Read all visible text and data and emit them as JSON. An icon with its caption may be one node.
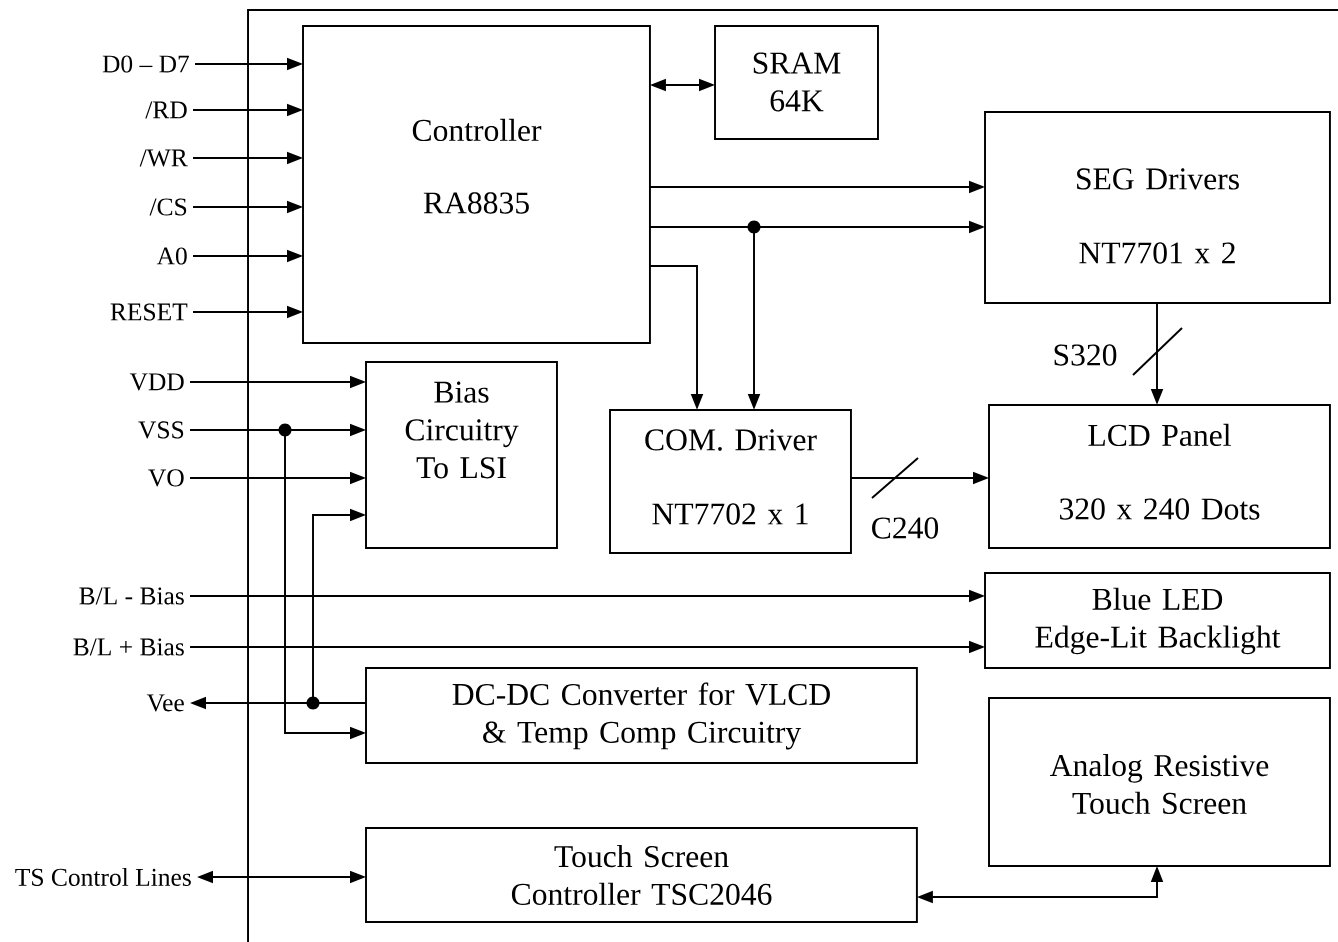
{
  "diagram": {
    "nodes": [
      {
        "text": [
          "D0 – D7"
        ]
      },
      {
        "text": [
          "/RD"
        ]
      },
      {
        "text": [
          "/WR"
        ]
      },
      {
        "text": [
          "/CS"
        ]
      },
      {
        "text": [
          "A0"
        ]
      },
      {
        "text": [
          "RESET"
        ]
      },
      {
        "text": [
          "VDD"
        ]
      },
      {
        "text": [
          "VSS"
        ]
      },
      {
        "text": [
          "VO"
        ]
      },
      {
        "text": [
          "B/L - Bias"
        ]
      },
      {
        "text": [
          "B/L + Bias"
        ]
      },
      {
        "text": [
          "Vee"
        ]
      },
      {
        "text": [
          "TS Control Lines"
        ]
      },
      {
        "text": [
          "Controller",
          "RA8835"
        ]
      },
      {
        "text": [
          "SRAM 64K"
        ]
      },
      {
        "text": [
          "SEG Drivers",
          "NT7701 x 2"
        ]
      },
      {
        "text": [
          "Bias Circuitry To LSI"
        ]
      },
      {
        "text": [
          "COM. Driver",
          "NT7702 x 1"
        ]
      },
      {
        "text": [
          "LCD Panel",
          "320 x 240 Dots"
        ]
      },
      {
        "text": [
          "Blue LED Edge-Lit Backlight"
        ]
      },
      {
        "text": [
          "DC-DC Converter for VLCD & Temp Comp Circuitry"
        ]
      },
      {
        "text": [
          "Analog Resistive Touch Screen"
        ]
      },
      {
        "text": [
          "Touch Screen Controller TSC2046"
        ]
      }
    ],
    "edges": [
      {
        "from": 0,
        "to": 13,
        "arrow": "to"
      },
      {
        "from": 1,
        "to": 13,
        "arrow": "to"
      },
      {
        "from": 2,
        "to": 13,
        "arrow": "to"
      },
      {
        "from": 3,
        "to": 13,
        "arrow": "to"
      },
      {
        "from": 4,
        "to": 13,
        "arrow": "to"
      },
      {
        "from": 5,
        "to": 13,
        "arrow": "to"
      },
      {
        "from": 13,
        "to": 14,
        "arrow": "both"
      },
      {
        "from": 13,
        "to": 15,
        "arrow": "to"
      },
      {
        "from": 13,
        "to": 15,
        "arrow": "to"
      },
      {
        "from": 13,
        "to": 17,
        "arrow": "to"
      },
      {
        "from": 13,
        "to": 17,
        "arrow": "to"
      },
      {
        "from": 15,
        "to": 18,
        "arrow": "to",
        "label": "S320"
      },
      {
        "from": 17,
        "to": 18,
        "arrow": "to",
        "label": "C240"
      },
      {
        "from": 6,
        "to": 16,
        "arrow": "to"
      },
      {
        "from": 7,
        "to": 16,
        "arrow": "to"
      },
      {
        "from": 8,
        "to": 16,
        "arrow": "to"
      },
      {
        "from": 7,
        "to": 20,
        "arrow": "to"
      },
      {
        "from": 20,
        "to": 11,
        "arrow": "to"
      },
      {
        "from": 20,
        "to": 16,
        "arrow": "to"
      },
      {
        "from": 9,
        "to": 19,
        "arrow": "to"
      },
      {
        "from": 10,
        "to": 19,
        "arrow": "to"
      },
      {
        "from": 12,
        "to": 22,
        "arrow": "both"
      },
      {
        "from": 22,
        "to": 21,
        "arrow": "both"
      }
    ]
  }
}
